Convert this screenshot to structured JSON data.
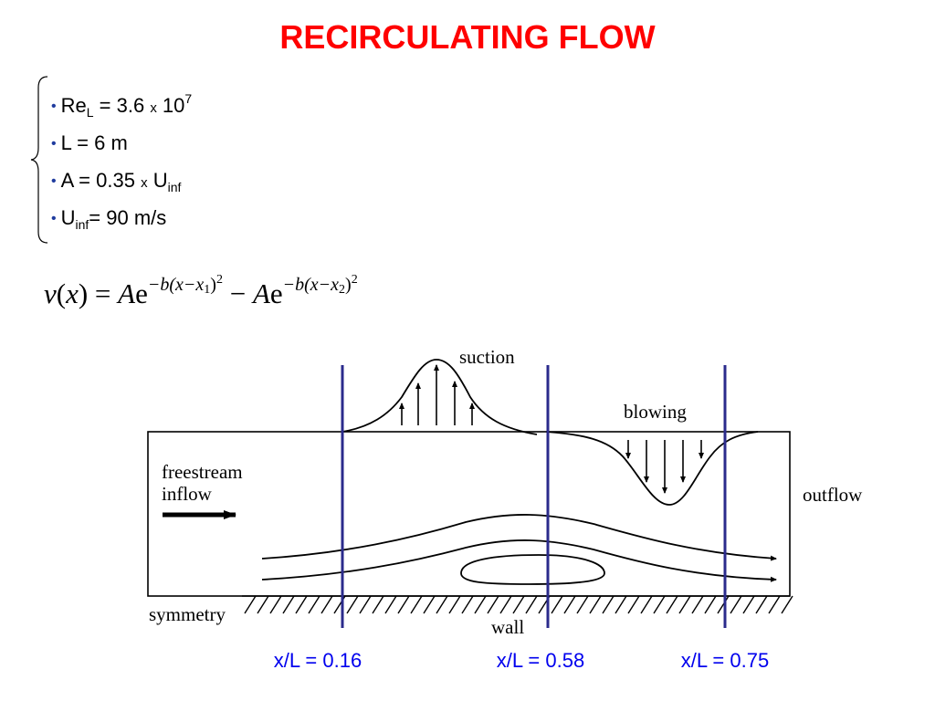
{
  "title": "RECIRCULATING FLOW",
  "parameters": [
    {
      "name": "Re",
      "sub": "L",
      "eq": " = 3.6 ",
      "times": "x",
      "value": " 10",
      "sup": "7"
    },
    {
      "text": "L = 6 m"
    },
    {
      "name": "A = 0.35 ",
      "times": "x",
      "value": " U",
      "sub": "inf"
    },
    {
      "name": "U",
      "sub": "inf",
      "eq": "= 90 m/s"
    }
  ],
  "equation": {
    "lhs_v": "v",
    "lhs_arg": "(",
    "lhs_x": "x",
    "lhs_close": ") = ",
    "A1": "A",
    "e1": "e",
    "exp1": "−b(x−x",
    "exp1_sub": "1",
    "exp1_close": ")",
    "exp1_pow": "2",
    "minus": " − ",
    "A2": "A",
    "e2": "e",
    "exp2": "−b(x−x",
    "exp2_sub": "2",
    "exp2_close": ")",
    "exp2_pow": "2"
  },
  "diagram": {
    "labels": {
      "suction": "suction",
      "blowing": "blowing",
      "freestream": "freestream",
      "inflow": "inflow",
      "outflow": "outflow",
      "symmetry": "symmetry",
      "wall": "wall"
    },
    "stations": [
      "x/L = 0.16",
      "x/L = 0.58",
      "x/L = 0.75"
    ],
    "colors": {
      "station_line": "#2b2b8c",
      "station_label": "#0000ee",
      "title": "#ff0000"
    }
  }
}
